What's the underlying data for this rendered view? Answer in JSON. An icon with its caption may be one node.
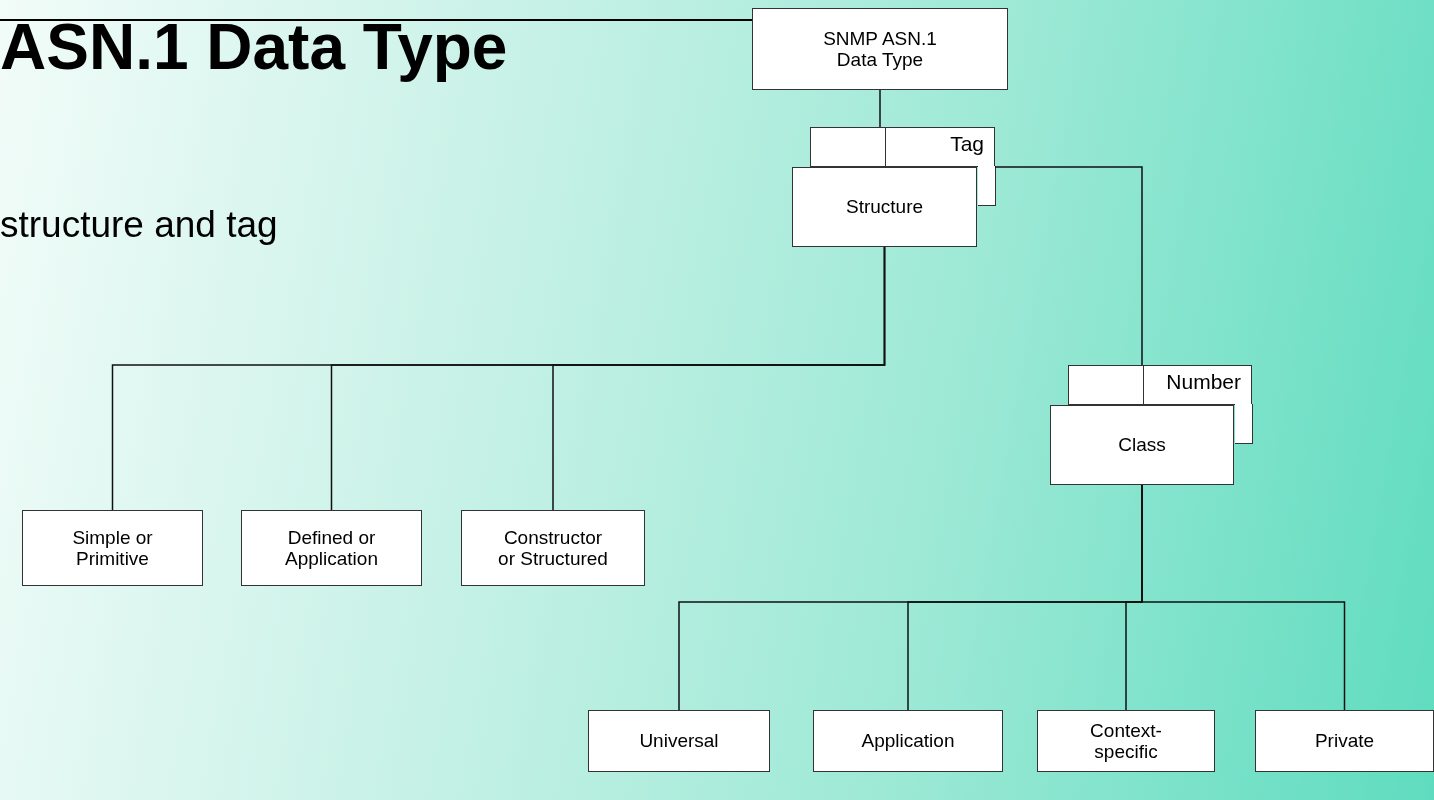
{
  "diagram": {
    "title": "ASN.1 Data Type",
    "nodes": [
      {
        "text": [
          "SNMP ASN.1 Data Type"
        ]
      },
      {
        "text": [
          "Tag"
        ]
      },
      {
        "text": [
          "Structure"
        ]
      },
      {
        "text": [
          "Number"
        ]
      },
      {
        "text": [
          "Class"
        ]
      },
      {
        "text": [
          "Simple or Primitive"
        ]
      },
      {
        "text": [
          "Defined or Application"
        ]
      },
      {
        "text": [
          "Constructor or Structured"
        ]
      },
      {
        "text": [
          "Universal"
        ]
      },
      {
        "text": [
          "Application"
        ]
      },
      {
        "text": [
          "Context-specific"
        ]
      },
      {
        "text": [
          "Private"
        ]
      }
    ],
    "edges": [
      {
        "from": 0,
        "to": 1,
        "arrow": "none"
      },
      {
        "from": 1,
        "to": 3,
        "arrow": "none"
      },
      {
        "from": 2,
        "to": 5,
        "arrow": "none"
      },
      {
        "from": 2,
        "to": 6,
        "arrow": "none"
      },
      {
        "from": 2,
        "to": 7,
        "arrow": "none"
      },
      {
        "from": 4,
        "to": 8,
        "arrow": "none"
      },
      {
        "from": 4,
        "to": 9,
        "arrow": "none"
      },
      {
        "from": 4,
        "to": 10,
        "arrow": "none"
      },
      {
        "from": 4,
        "to": 11,
        "arrow": "none"
      }
    ],
    "labels": [
      "structure and tag"
    ]
  }
}
